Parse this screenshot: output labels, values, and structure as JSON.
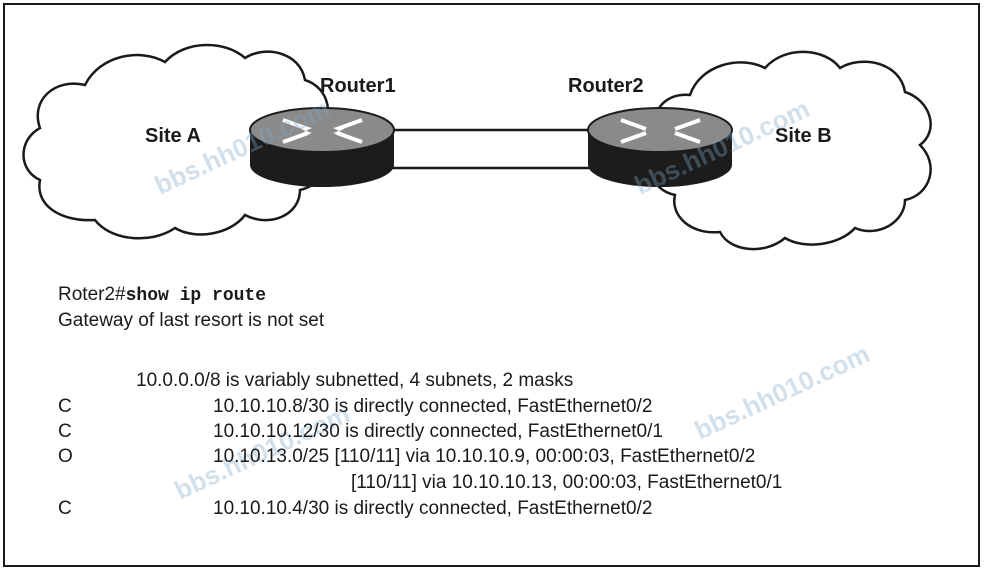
{
  "diagram": {
    "router1_label": "Router1",
    "router2_label": "Router2",
    "site_a_label": "Site A",
    "site_b_label": "Site B"
  },
  "output": {
    "prompt": "Roter2#",
    "command": "show ip route",
    "gateway": "Gateway of last resort is not set",
    "summary": "10.0.0.0/8 is variably subnetted, 4 subnets, 2 masks",
    "routes": [
      {
        "code": "C",
        "text": "10.10.10.8/30 is directly connected, FastEthernet0/2"
      },
      {
        "code": "C",
        "text": "10.10.10.12/30 is directly connected, FastEthernet0/1"
      },
      {
        "code": "O",
        "text": "10.10.13.0/25 [110/11] via 10.10.10.9, 00:00:03, FastEthernet0/2"
      },
      {
        "code": "",
        "text": "[110/11] via 10.10.10.13, 00:00:03, FastEthernet0/1"
      },
      {
        "code": "C",
        "text": "10.10.10.4/30 is directly connected, FastEthernet0/2"
      }
    ]
  },
  "watermark": {
    "url": "bbs.hh010.com"
  },
  "colors": {
    "router_body": "#1c1c1c",
    "router_top": "#8a8a8a",
    "watermark": "#7fa9c9"
  }
}
